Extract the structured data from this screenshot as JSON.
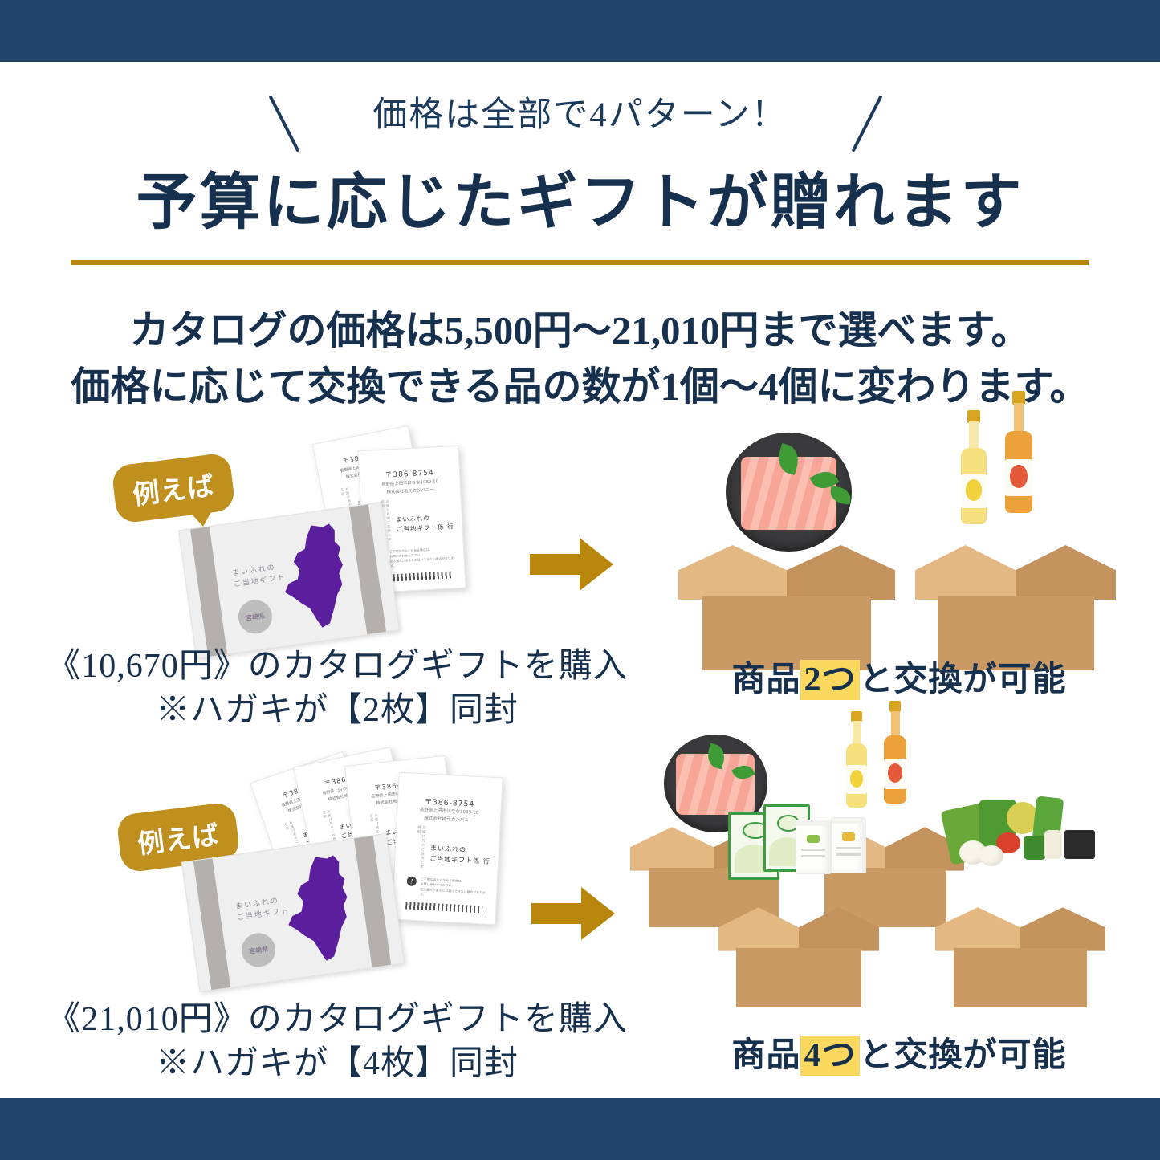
{
  "theme": {
    "navy": "#20446b",
    "text_navy": "#16304d",
    "gold": "#b8860b",
    "bubble_gold": "#bf901e",
    "highlight_yellow": "#fad85e",
    "purple_map": "#5b1f9e",
    "box_tan": "#e3b883"
  },
  "header": {
    "eyebrow": "価格は全部で4パターン！",
    "headline": "予算に応じたギフトが贈れます"
  },
  "lead": {
    "line1": "カタログの価格は5,500円〜21,010円まで選べます。",
    "line2": "価格に応じて交換できる品の数が1個〜4個に変わります。"
  },
  "examples": [
    {
      "bubble": "例えば",
      "catalog": {
        "brand_line1": "まいふれの",
        "brand_line2": "ご当地ギフト",
        "badge": "宮崎県"
      },
      "postcard": {
        "zip": "〒386-8754",
        "address_line1": "長野県上田市ほなな1089-10",
        "address_line2": "株式会社地元カンパニー",
        "to_line1": "まいふれの",
        "to_line2": "ご当地ギフト係 行",
        "vertical_note": "お届け先のご住所とお名前",
        "dot_glyph": "!",
        "note_line1": "ご不明な点などがある場合は、",
        "note_line2": "お問い合わせください。",
        "note_line3": "記入漏れがあるとお届けできない場合があります。"
      },
      "card_count": 2,
      "caption_line1": "《10,670円》のカタログギフトを購入",
      "caption_line2": "※ハガキが【2枚】同封",
      "result_prefix": "商品",
      "result_highlight": "2つ",
      "result_suffix": "と交換が可能",
      "gifts": [
        "meat-plate",
        "juice-bottles"
      ]
    },
    {
      "bubble": "例えば",
      "catalog": {
        "brand_line1": "まいふれの",
        "brand_line2": "ご当地ギフト",
        "badge": "宮崎県"
      },
      "postcard": {
        "zip": "〒386-8754",
        "address_line1": "長野県上田市ほなな1089-10",
        "address_line2": "株式会社地元カンパニー",
        "to_line1": "まいふれの",
        "to_line2": "ご当地ギフト係 行",
        "vertical_note": "お届け先のご住所とお名前",
        "dot_glyph": "!",
        "note_line1": "ご不明な点などがある場合は、",
        "note_line2": "お問い合わせください。",
        "note_line3": "記入漏れがあるとお届けできない場合があります。"
      },
      "card_count": 4,
      "caption_line1": "《21,010円》のカタログギフトを購入",
      "caption_line2": "※ハガキが【4枚】同封",
      "result_prefix": "商品",
      "result_highlight": "4つ",
      "result_suffix": "と交換が可能",
      "gifts": [
        "meat-plate",
        "juice-bottles",
        "tea-set",
        "vegetables"
      ]
    }
  ],
  "icons": {
    "arrow": "right-arrow-icon",
    "slash_left": "slash-left-icon",
    "slash_right": "slash-right-icon"
  }
}
